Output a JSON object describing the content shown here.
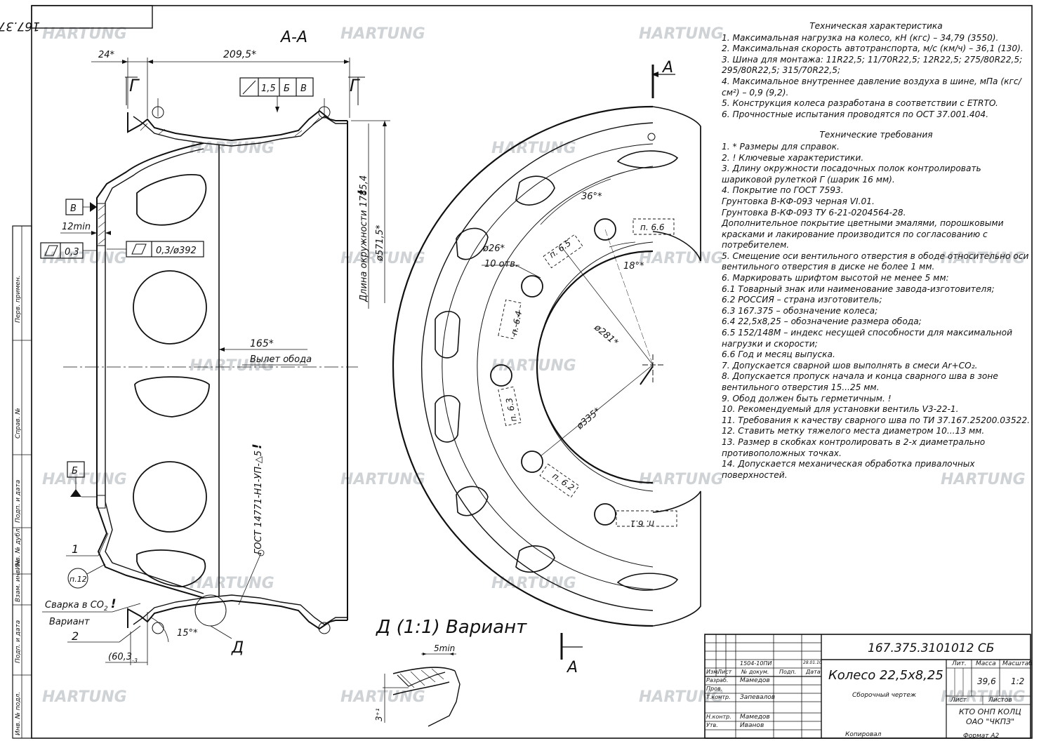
{
  "watermark": "HARTUNG",
  "drawing": {
    "corner_code": "167.375.3101012 СБ",
    "section_title": "А-А",
    "cut_label": "А",
    "detail_title": "Д (1:1) Вариант",
    "left_strip": [
      "Перв. примен.",
      "Справ. №",
      "Подп. и дата",
      "Инв. № дубл.",
      "Взам. инв. №",
      "Подп. и дата",
      "Инв. № подл."
    ],
    "dims": {
      "d24": "24*",
      "d209": "209,5*",
      "g1": "Г",
      "g2": "Г",
      "tol_val": "1,5",
      "tol_b": "Б",
      "tol_v": "В",
      "datum_v": "В",
      "datum_b": "Б",
      "min12": "12min",
      "flat1": "0,3",
      "flat2": "0,3/ø392",
      "circ": "Длина окружности 1785,4",
      "circ_mark": "!",
      "dia571": "ø571,5*",
      "off165": "165*",
      "offset_label": "Вылет обода",
      "gost": "ГОСТ 14771-Н1-УП-△5",
      "gost_mark": "!",
      "pos1": "1",
      "pos2": "2",
      "p12": "п.12",
      "weld": "Сварка в CO",
      "weld_sub": "2",
      "weld_mark": "!",
      "variant": "Вариант",
      "ang15": "15°*",
      "d60": "(60,3",
      "d60_sub": "-3",
      "d_letter": "Д",
      "min5": "5min",
      "d31": "3⁺¹"
    },
    "wheel": {
      "ang36": "36°*",
      "ang18": "18°*",
      "hole_d": "ø26*",
      "holes": "10 отв.",
      "d281": "ø281*",
      "d335": "ø335*",
      "p66": "п. 6.6",
      "p65": "п. 6.5",
      "p64": "п. 6.4",
      "p63": "п. 6.3",
      "p62": "п. 6.2",
      "p61": "п. 6.1"
    }
  },
  "notes": {
    "tech_title": "Техническая характеристика",
    "tech": [
      "1. Максимальная нагрузка на колесо, кН (кгс) – 34,79 (3550).",
      "2. Максимальная скорость автотранспорта, м/с (км/ч) – 36,1 (130).",
      "3. Шина для монтажа: 11R22,5; 11/70R22,5; 12R22,5; 275/80R22,5; 295/80R22,5; 315/70R22,5;",
      "4. Максимальное внутреннее давление воздуха в шине, мПа (кгс/см²) – 0,9 (9,2).",
      "5. Конструкция колеса разработана в соответствии с ETRTO.",
      "6. Прочностные испытания проводятся по ОСТ 37.001.404."
    ],
    "req_title": "Технические требования",
    "req": [
      "1. * Размеры для справок.",
      "2. ! Ключевые характеристики.",
      "3. Длину окружности посадочных полок контролировать шариковой рулеткой Г (шарик 16 мм).",
      "4. Покрытие по ГОСТ 7593.",
      "Грунтовка В-КФ-093 черная VI.01.",
      "Грунтовка В-КФ-093 ТУ 6-21-0204564-28.",
      "Дополнительное покрытие цветными эмалями, порошковыми красками и лакирование производится по согласованию с потребителем.",
      "5. Смещение оси вентильного отверстия в ободе относительно оси вентильного отверстия в диске не более 1 мм.",
      "6. Маркировать шрифтом высотой не менее 5 мм:",
      "6.1 Товарный знак или наименование завода-изготовителя;",
      "6.2 РОССИЯ – страна изготовитель;",
      "6.3 167.375 – обозначение колеса;",
      "6.4 22,5x8,25 – обозначение размера обода;",
      "6.5 152/148М – индекс несущей способности для максимальной нагрузки и скорости;",
      "6.6 Год и месяц выпуска.",
      "7. Допускается сварной шов выполнять в смеси Ar+CO₂.",
      "8. Допускается пропуск начала и конца сварного шва в зоне вентильного отверстия 15...25 мм.",
      "9. Обод должен быть герметичным. !",
      "10. Рекомендуемый для установки вентиль V3-22-1.",
      "11. Требования к качеству сварного шва по ТИ 37.167.25200.03522.",
      "12. Ставить метку тяжелого места диаметром 10...13 мм.",
      "13. Размер в скобках контролировать в 2-х диаметрально противоположных точках.",
      "14. Допускается механическая обработка привалочных поверхностей."
    ]
  },
  "title_block": {
    "code": "167.375.3101012 СБ",
    "name": "Колесо 22,5x8,25",
    "doc_type": "Сборочный чертеж",
    "lit": "Лит.",
    "mass_h": "Масса",
    "scale_h": "Масштаб",
    "mass": "39,6",
    "scale": "1:2",
    "sheet": "Лист",
    "sheets": "Листов",
    "org1": "КТО ОНП КОЛЦ",
    "org2": "ОАО \"ЧКПЗ\"",
    "izm": "Изм.",
    "list": "Лист",
    "ndoc": "№ докум.",
    "podp": "Подп.",
    "data": "Дата",
    "razrab": "Разраб.",
    "prov": "Пров.",
    "tkontr": "Т.контр.",
    "nkontr": "Н.контр.",
    "utv": "Утв.",
    "n_razrab": "Мамедов",
    "n_tkontr": "Запевалов",
    "n_nkontr": "Мамедов",
    "n_utv": "Иванов",
    "change_no": "1504-10ПИ",
    "change_date": "28.01.10",
    "copied": "Копировал",
    "format": "Формат  А2"
  }
}
